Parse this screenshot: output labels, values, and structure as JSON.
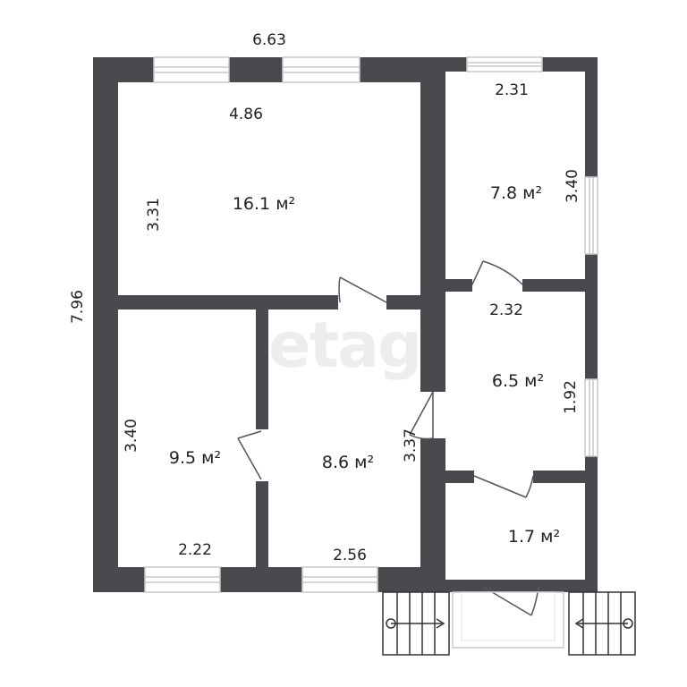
{
  "watermark": "etagi",
  "colors": {
    "wall": "#4a4a4e",
    "window": "#c9c9c9",
    "door": "#555555",
    "text": "#222222"
  },
  "dimensions": {
    "overall_width": "6.63",
    "overall_height": "7.96",
    "living_width": "4.86",
    "living_depth": "3.31",
    "bedroom_ne_width": "2.31",
    "bedroom_ne_depth": "3.40",
    "kitchen_width": "2.32",
    "kitchen_depth": "1.92",
    "bedroom_sw_depth": "3.40",
    "bedroom_sw_width": "2.22",
    "hall_depth": "3.37",
    "hall_width": "2.56"
  },
  "rooms": {
    "living": {
      "area": "16.1 м²"
    },
    "bedroom_ne": {
      "area": "7.8 м²"
    },
    "kitchen": {
      "area": "6.5 м²"
    },
    "bedroom_sw": {
      "area": "9.5 м²"
    },
    "hall": {
      "area": "8.6 м²"
    },
    "vestibule": {
      "area": "1.7 м²"
    }
  },
  "stairs": [
    {
      "name": "stairs-left",
      "arrow": "right"
    },
    {
      "name": "stairs-right",
      "arrow": "left"
    }
  ]
}
